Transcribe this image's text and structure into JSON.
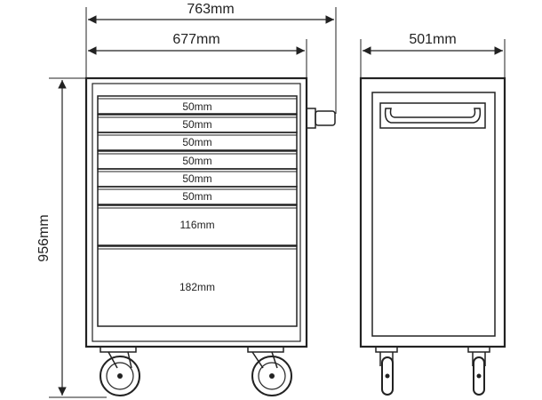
{
  "dimensions": {
    "overall_width": "763mm",
    "body_width": "677mm",
    "depth": "501mm",
    "height": "956mm"
  },
  "drawers": [
    {
      "label": "50mm"
    },
    {
      "label": "50mm"
    },
    {
      "label": "50mm"
    },
    {
      "label": "50mm"
    },
    {
      "label": "50mm"
    },
    {
      "label": "50mm"
    },
    {
      "label": "116mm"
    },
    {
      "label": "182mm"
    }
  ],
  "colors": {
    "line": "#222222",
    "background": "#ffffff"
  }
}
